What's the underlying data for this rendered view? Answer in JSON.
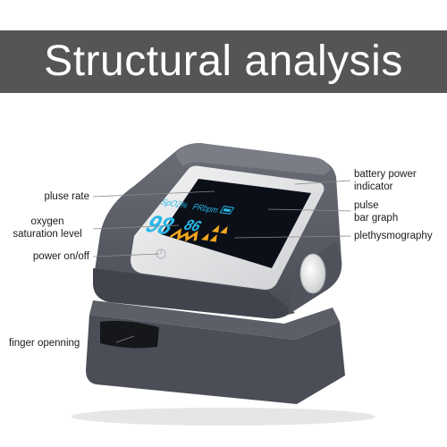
{
  "title": "Structural analysis",
  "colors": {
    "banner": "#555557",
    "device_body": "#5a5d66",
    "device_dark": "#3c3f47",
    "screen_bg": "#0b0f18",
    "cyan": "#27b7e8",
    "amber": "#f2a81d",
    "bezel": "#e9e9ea"
  },
  "labels": {
    "pulse_rate": "pluse rate",
    "oxygen_line1": "oxygen",
    "oxygen_line2": "saturation level",
    "power": "power on/off",
    "finger": "finger openning",
    "battery_line1": "battery power",
    "battery_line2": "indicator",
    "pulse_bar_line1": "pulse",
    "pulse_bar_line2": "bar graph",
    "pleth": "plethysmography"
  },
  "display": {
    "spo2_label": "SpO2%",
    "pr_label": "PRbpm",
    "spo2_value": "98",
    "pr_value": "86"
  }
}
